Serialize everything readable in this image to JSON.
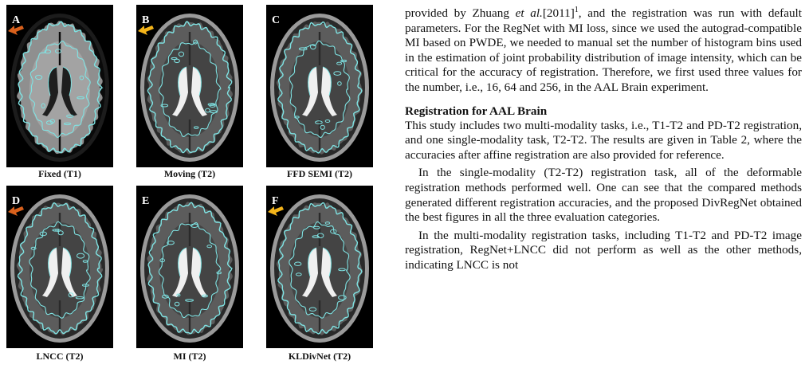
{
  "figure": {
    "panels": [
      {
        "letter": "A",
        "caption": "Fixed (T1)",
        "arrow": "orange"
      },
      {
        "letter": "B",
        "caption": "Moving (T2)",
        "arrow": "yellow"
      },
      {
        "letter": "C",
        "caption": "FFD SEMI (T2)",
        "arrow": ""
      },
      {
        "letter": "D",
        "caption": "LNCC (T2)",
        "arrow": "orange"
      },
      {
        "letter": "E",
        "caption": "MI (T2)",
        "arrow": ""
      },
      {
        "letter": "F",
        "caption": "KLDivNet (T2)",
        "arrow": "yellow"
      }
    ],
    "colors": {
      "contour": "#7fe3e3",
      "arrow_orange": "#d8601c",
      "arrow_yellow": "#f4b41a"
    }
  },
  "text": {
    "p1_a": "provided by Zhuang ",
    "p1_cite": "et al.",
    "p1_b": "[2011]",
    "p1_sup": "1",
    "p1_c": ", and the registration was run with default parameters. For the RegNet with MI loss, since we used the autograd-compatible MI based on PWDE, we needed to manual set the number of histogram bins used in the estimation of joint probability distribution of image intensity, which can be critical for the accuracy of registration. Therefore, we first used three values for the number, i.e., 16, 64 and 256, in the AAL Brain experiment.",
    "heading": "Registration for AAL Brain",
    "p2": "This study includes two multi-modality tasks, i.e., T1-T2 and PD-T2 registration, and one single-modality task, T2-T2. The results are given in Table 2, where the accuracies after affine registration are also provided for reference.",
    "p3": "In the single-modality (T2-T2) registration task, all of the deformable registration methods performed well. One can see that the compared methods generated different registration accuracies, and the proposed DivRegNet obtained the best figures in all the three evaluation categories.",
    "p4": "In the multi-modality registration tasks, including T1-T2 and PD-T2 image registration, RegNet+LNCC did not perform as well as the other methods, indicating LNCC is not"
  }
}
